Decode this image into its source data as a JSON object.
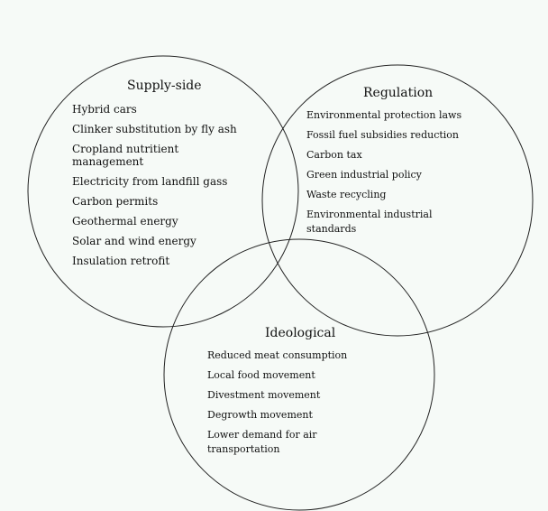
{
  "circles": [
    {
      "title": "Supply-side",
      "items": [
        "Hybrid cars",
        "Clinker substitution by fly ash",
        "Cropland nutritient management",
        "Electricity from landfill gass",
        "Carbon permits",
        "Geothermal energy",
        "Solar and wind energy",
        "Insulation retrofit"
      ]
    },
    {
      "title": "Regulation",
      "items": [
        "Environmental protection laws",
        "Fossil fuel subsidies reduction",
        "Carbon tax",
        "Green industrial policy",
        "Waste recycling",
        "Environmental industrial standards"
      ]
    },
    {
      "title": "Ideological",
      "items": [
        "Reduced meat consumption",
        "Local food movement",
        "Divestment movement",
        "Degrowth movement",
        "Lower demand for air transportation"
      ]
    }
  ]
}
